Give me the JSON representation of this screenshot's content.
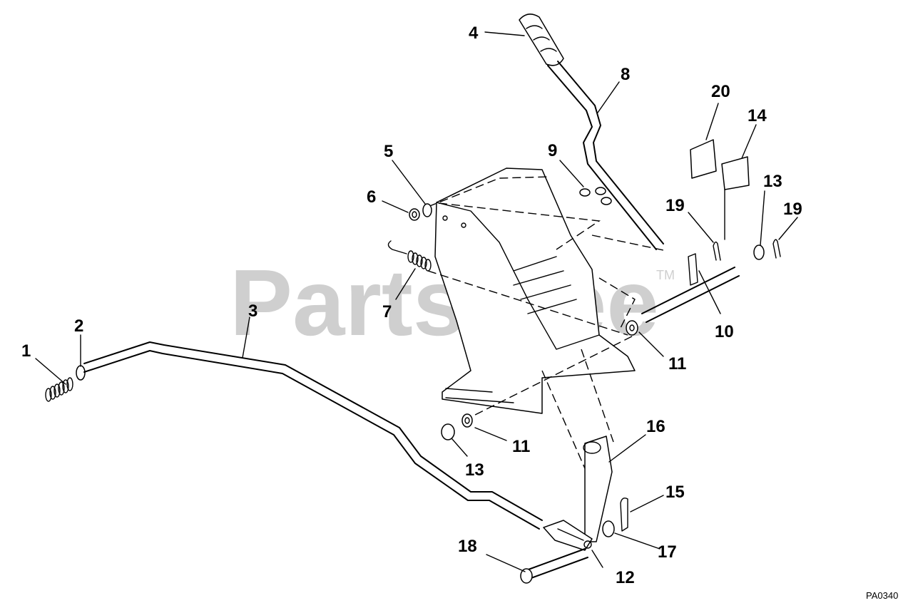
{
  "watermark": {
    "text": "PartsTree",
    "trademark": "TM"
  },
  "diagram_code": "PA0340",
  "callouts": [
    "1",
    "2",
    "3",
    "4",
    "5",
    "6",
    "7",
    "8",
    "9",
    "10",
    "11",
    "11",
    "12",
    "13",
    "13",
    "14",
    "15",
    "16",
    "17",
    "18",
    "19",
    "19",
    "20"
  ]
}
